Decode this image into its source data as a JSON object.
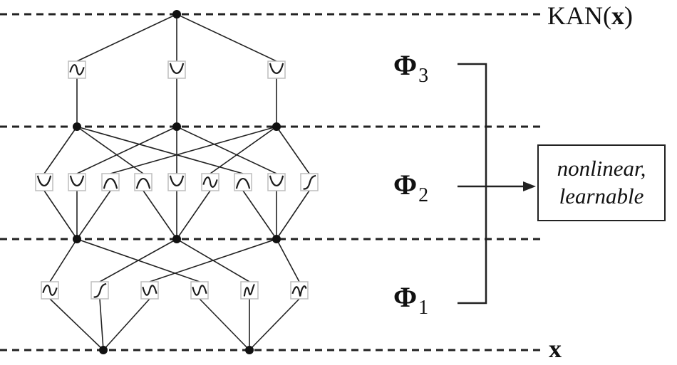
{
  "labels": {
    "output": {
      "name": "KAN",
      "open": "(",
      "arg": "x",
      "close": ")"
    },
    "input": "x",
    "phi3": {
      "symbol": "Φ",
      "sub": "3"
    },
    "phi2": {
      "symbol": "Φ",
      "sub": "2"
    },
    "phi1": {
      "symbol": "Φ",
      "sub": "1"
    },
    "note": {
      "line1": "nonlinear,",
      "line2": "learnable"
    }
  },
  "network": {
    "layer_sizes": [
      2,
      3,
      3,
      1
    ],
    "layer1_activations": [
      "sine",
      "rising",
      "wave",
      "wave",
      "steep",
      "hump"
    ],
    "layer2_activations": [
      "valley",
      "valley",
      "bump",
      "bump",
      "valley",
      "sine",
      "bump",
      "valley",
      "rising"
    ],
    "layer3_activations": [
      "sine",
      "valley",
      "valley"
    ]
  },
  "colors": {
    "line": "#222222",
    "node": "#111111",
    "box_border": "#bdbdbd",
    "curve": "#1a1a1a"
  }
}
